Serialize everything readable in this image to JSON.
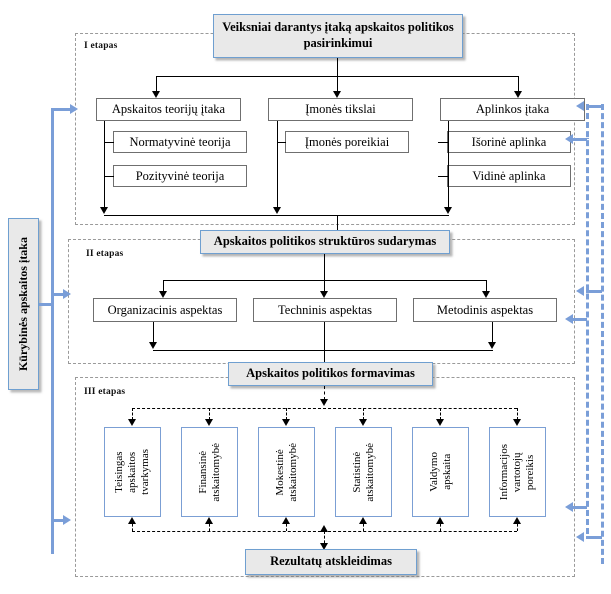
{
  "diagram": {
    "title_box": {
      "label": "Veiksniai darantys įtaką apskaitos politikos pasirinkimui"
    },
    "stage1": {
      "label": "I etapas",
      "factors": [
        {
          "label": "Apskaitos teorijų įtaka",
          "children": [
            "Normatyvinė teorija",
            "Pozityvinė teorija"
          ]
        },
        {
          "label": "Įmonės tikslai",
          "children": [
            "Įmonės poreikiai"
          ]
        },
        {
          "label": "Aplinkos įtaka",
          "children": [
            "Išorinė aplinka",
            "Vidinė aplinka"
          ]
        }
      ]
    },
    "stage2": {
      "label": "II etapas",
      "header": "Apskaitos politikos struktūros sudarymas",
      "aspects": [
        "Organizacinis aspektas",
        "Techninis aspektas",
        "Metodinis aspektas"
      ]
    },
    "stage3": {
      "label": "III etapas",
      "header": "Apskaitos politikos formavimas",
      "items": [
        "Teisingas\napskaitos\ntvarkymas",
        "Finansinė\natskaitomybė",
        "Mokestinė\natskaitomybė",
        "Statistinė\natskaitomybė",
        "Valdymo\napskaita",
        "Informacijos\nvartotojų\nporeikis"
      ],
      "result": "Rezultatų atskleidimas"
    },
    "side_label": {
      "label": "Kūrybinės apskaitos įtaka"
    },
    "colors": {
      "accent_blue": "#7a9ed8",
      "box_border": "#6f6f6f",
      "header_fill": "#e9e9e9",
      "frame_dash": "#9a9a9a"
    }
  }
}
